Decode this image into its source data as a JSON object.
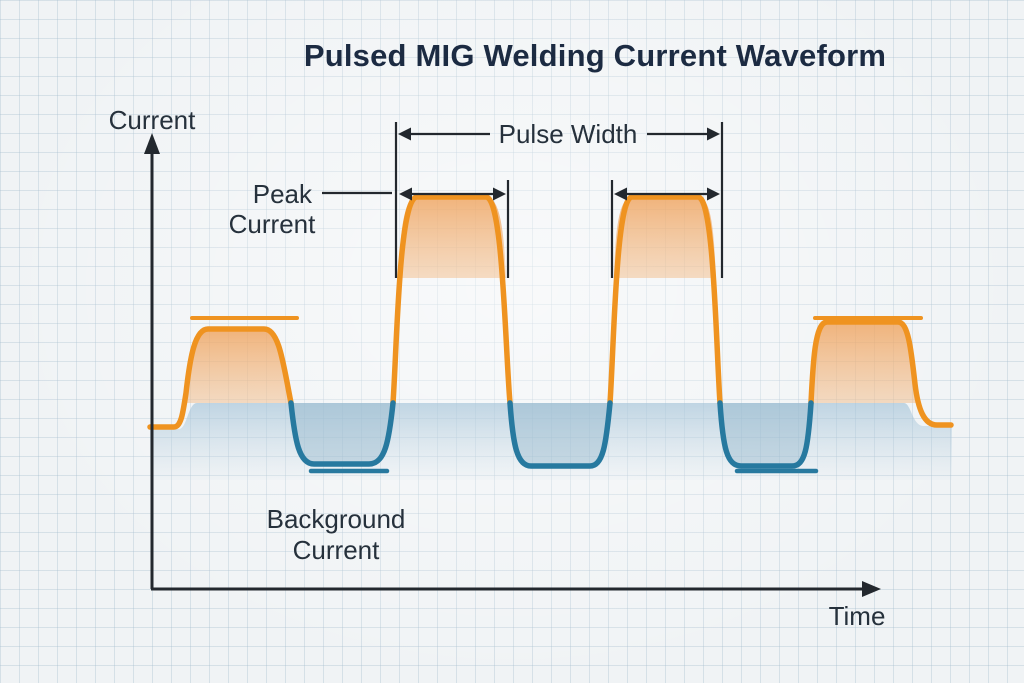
{
  "title": "Pulsed MIG Welding Current Waveform",
  "axes": {
    "y_label": "Current",
    "x_label": "Time"
  },
  "labels": {
    "pulse_width": "Pulse Width",
    "peak_current": [
      "Peak",
      "Current"
    ],
    "background_current": [
      "Background",
      "Current"
    ]
  },
  "colors": {
    "canvas_bg": "#f0f3f5",
    "grid_line": "#a9bfcf",
    "title_color": "#1c2b42",
    "text_color": "#26313c",
    "annotation_color": "#23282e",
    "peak_stroke": "#ef9320",
    "peak_fill": "#f5c491",
    "background_stroke": "#27799f",
    "background_fill": "#c3d5e0"
  },
  "chart_data": {
    "type": "line",
    "title": "Pulsed MIG Welding Current Waveform",
    "xlabel": "Time",
    "ylabel": "Current",
    "axes_numeric": false,
    "grid": "fine graph-paper grid, no tick labels",
    "legend": false,
    "series": [
      {
        "name": "Welding current waveform",
        "description": "Periodic current vs. time: flat background-current level interrupted by rounded rectangular pulses up to peak current, dipping to a background-current trough between pulses. Four pulses shown: short, tall, tall, short.",
        "pulse_count": 4,
        "levels": [
          "peak current (high plateau, orange)",
          "background current (low level, blue)"
        ],
        "annotations": [
          "Pulse Width: double-headed arrow spanning the two tall pulses, with per-pulse width arrows over each tall pulse top",
          "Peak Current: label with leader line pointing to top of first tall pulse",
          "Background Current: label under the first trough",
          "orange level marker lines above the two short pulses",
          "blue level marker lines under troughs 1 and 3"
        ]
      }
    ]
  }
}
